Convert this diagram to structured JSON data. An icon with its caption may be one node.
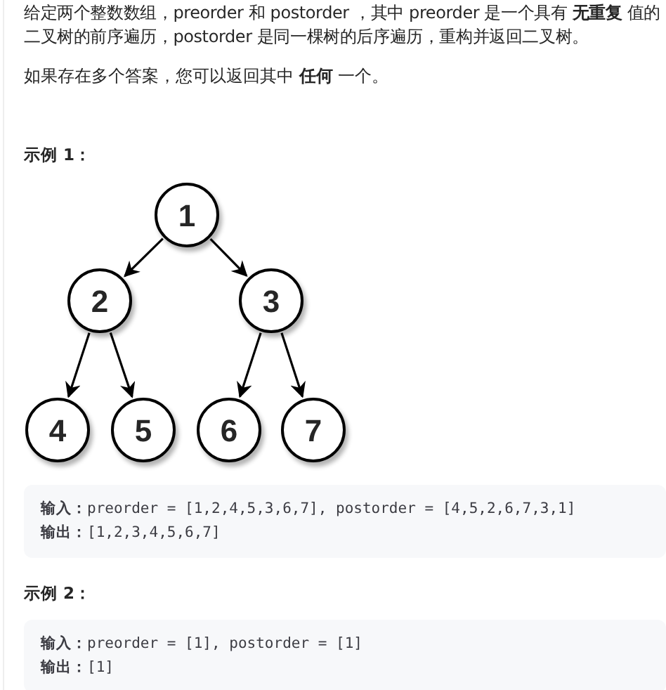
{
  "diagram": {
    "nodes": [
      {
        "text": [
          "1"
        ]
      },
      {
        "text": [
          "2"
        ]
      },
      {
        "text": [
          "3"
        ]
      },
      {
        "text": [
          "4"
        ]
      },
      {
        "text": [
          "5"
        ]
      },
      {
        "text": [
          "6"
        ]
      },
      {
        "text": [
          "7"
        ]
      }
    ],
    "edges": [
      {
        "from": 0,
        "to": 1,
        "arrow": "to"
      },
      {
        "from": 0,
        "to": 2,
        "arrow": "to"
      },
      {
        "from": 1,
        "to": 3,
        "arrow": "to"
      },
      {
        "from": 1,
        "to": 4,
        "arrow": "to"
      },
      {
        "from": 2,
        "to": 5,
        "arrow": "to"
      },
      {
        "from": 2,
        "to": 6,
        "arrow": "to"
      }
    ],
    "labels": [
      "给定两个整数数组，preorder 和 postorder ，其中 preorder 是一个具有 **无重复** 值的二叉树的前序遍历，postorder 是同一棵树的后序遍历，重构并返回二叉树。",
      "如果存在多个答案，您可以返回其中 **任何** 一个。",
      "示例 1：",
      "**输入：**preorder = [1,2,4,5,3,6,7], postorder = [4,5,2,6,7,3,1]",
      "**输出：**[1,2,3,4,5,6,7]",
      "示例 2：",
      "**输入：**preorder = [1], postorder = [1]",
      "**输出：**[1]"
    ]
  }
}
